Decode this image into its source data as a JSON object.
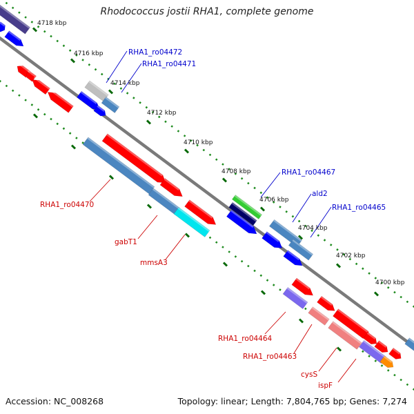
{
  "title": "Rhodococcus jostii RHA1, complete genome",
  "footer": {
    "accession": "Accession: NC_008268",
    "summary": "Topology: linear; Length: 7,804,765 bp; Genes: 7,274"
  },
  "colors": {
    "backbone": "#7a7a7a",
    "tick_dots": "#1d8a1d",
    "red": "#ff0000",
    "blue": "#0000ff",
    "steelblue": "#4b86c0",
    "darkslate": "#483d8b",
    "purple": "#7b68ee",
    "grey": "#bfbfbf",
    "cyan": "#00e5ee",
    "green": "#33cc33",
    "navy": "#000066",
    "pink": "#f08080",
    "orange": "#ff8c00",
    "label_blue": "#0000cc",
    "label_red": "#cc0000"
  },
  "kbp_ticks": [
    "4718 kbp",
    "4716 kbp",
    "4714 kbp",
    "4712 kbp",
    "4710 kbp",
    "4708 kbp",
    "4706 kbp",
    "4704 kbp",
    "4702 kbp",
    "4700 kbp"
  ],
  "gene_labels": [
    {
      "text": "RHA1_ro04472",
      "strand": "top"
    },
    {
      "text": "RHA1_ro04471",
      "strand": "top"
    },
    {
      "text": "RHA1_ro04467",
      "strand": "top"
    },
    {
      "text": "ald2",
      "strand": "top"
    },
    {
      "text": "RHA1_ro04465",
      "strand": "top"
    },
    {
      "text": "RHA1_ro04470",
      "strand": "bottom"
    },
    {
      "text": "gabT1",
      "strand": "bottom"
    },
    {
      "text": "mmsA3",
      "strand": "bottom"
    },
    {
      "text": "RHA1_ro04464",
      "strand": "bottom"
    },
    {
      "text": "RHA1_ro04463",
      "strand": "bottom"
    },
    {
      "text": "cysS",
      "strand": "bottom"
    },
    {
      "text": "ispF",
      "strand": "bottom"
    }
  ]
}
